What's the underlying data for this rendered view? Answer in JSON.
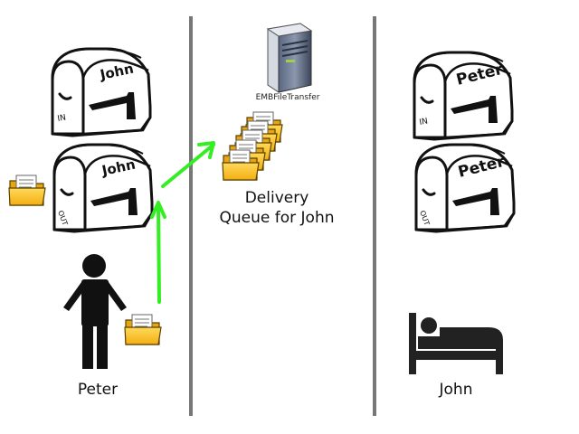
{
  "labels": {
    "sender": "Peter",
    "receiver": "John",
    "server": "EMBFileTransfer",
    "queue_line1": "Delivery",
    "queue_line2": "Queue for John"
  },
  "mailboxes": {
    "peter_in": {
      "name": "John",
      "tag": "IN"
    },
    "peter_out": {
      "name": "John",
      "tag": "OUT"
    },
    "john_in": {
      "name": "Peter",
      "tag": "IN"
    },
    "john_out": {
      "name": "Peter",
      "tag": "OUT"
    }
  },
  "colors": {
    "arrow": "#33ee22",
    "divider": "#777777",
    "folder_front": "#f7c21c",
    "folder_back": "#e8a512",
    "folder_border": "#5a4200",
    "ink": "#111111"
  }
}
